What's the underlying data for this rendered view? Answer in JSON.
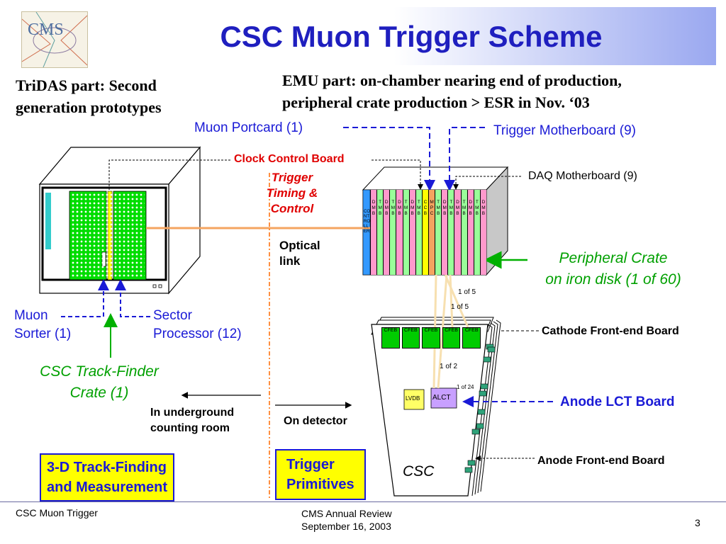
{
  "header": {
    "logo_text": "CMS",
    "title": "CSC Muon Trigger Scheme"
  },
  "notes": {
    "tridas_line1": "TriDAS part: Second",
    "tridas_line2": "generation prototypes",
    "emu_line1": "EMU part: on-chamber  nearing end of production,",
    "emu_line2": "peripheral crate production > ESR in Nov. ‘03"
  },
  "labels": {
    "muon_portcard": "Muon Portcard (1)",
    "trigger_motherboard": "Trigger Motherboard (9)",
    "clock_control_board": "Clock Control Board",
    "daq_motherboard": "DAQ Motherboard (9)",
    "ttc_line1": "Trigger",
    "ttc_line2": "Timing &",
    "ttc_line3": "Control",
    "optical_line1": "Optical",
    "optical_line2": "link",
    "peripheral_line1": "Peripheral Crate",
    "peripheral_line2": "on iron disk (1 of 60)",
    "muon_sorter_line1": "Muon",
    "muon_sorter_line2": "Sorter (1)",
    "sector_proc_line1": "Sector",
    "sector_proc_line2": "Processor (12)",
    "trackfinder_line1": "CSC Track-Finder",
    "trackfinder_line2": "Crate (1)",
    "underground_line1": "In underground",
    "underground_line2": "counting room",
    "on_detector": "On detector",
    "cathode_board": "Cathode Front-end Board",
    "anode_lct": "Anode LCT Board",
    "anode_frontend": "Anode Front-end Board",
    "csc": "CSC",
    "one_of_5_a": "1 of 5",
    "one_of_5_b": "1 of 5",
    "one_of_2": "1 of 2",
    "one_of_24": "1 of 24",
    "cfeb": "CFEB",
    "lvdb": "LVDB",
    "alct": "ALCT",
    "controller": "CONTROLLER",
    "slot_labels": [
      "DMB",
      "TMB",
      "DMB",
      "TMB",
      "DMB",
      "TMB",
      "DMB",
      "TMB",
      "CCB",
      "MPC",
      "TMB",
      "DMB",
      "TMB",
      "DMB",
      "TMB",
      "DMB",
      "TMB",
      "DMB"
    ]
  },
  "boxes": {
    "track_finding_line1": "3-D Track-Finding",
    "track_finding_line2": "and Measurement",
    "trigger_prim_line1": "Trigger",
    "trigger_prim_line2": "Primitives"
  },
  "footer": {
    "left": "CSC Muon Trigger",
    "center_line1": "CMS Annual Review",
    "center_line2": "September 16, 2003",
    "page_number": "3"
  },
  "colors": {
    "title_blue": "#1f1fbf",
    "label_blue": "#1a1ad6",
    "accent_red": "#e00000",
    "green": "#00a000",
    "board_green": "#00dd00",
    "box_yellow": "#ffff00",
    "link_orange": "#f4a460"
  }
}
